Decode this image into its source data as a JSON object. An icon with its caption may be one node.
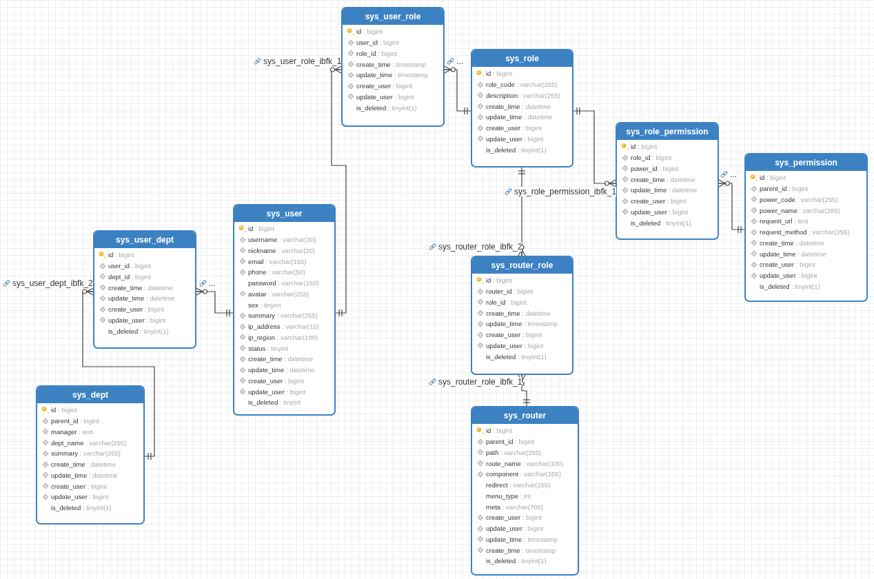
{
  "diagram": {
    "nodes": [
      {
        "text": [
          "sys_user_role",
          "id : bigint",
          "user_id : bigint",
          "role_id : bigint",
          "create_time : timestamp",
          "update_time : timestamp",
          "create_user : bigint",
          "update_user : bigint",
          "is_deleted : tinyint(1)"
        ]
      },
      {
        "text": [
          "sys_role",
          "id : bigint",
          "role_code : varchar(255)",
          "description : varchar(255)",
          "create_time : datetime",
          "update_time : datetime",
          "create_user : bigint",
          "update_user : bigint",
          "is_deleted : tinyint(1)"
        ]
      },
      {
        "text": [
          "sys_role_permission",
          "id : bigint",
          "role_id : bigint",
          "power_id : bigint",
          "create_time : datetime",
          "update_time : datetime",
          "create_user : bigint",
          "update_user : bigint",
          "is_deleted : tinyint(1)"
        ]
      },
      {
        "text": [
          "sys_permission",
          "id : bigint",
          "parent_id : bigint",
          "power_code : varchar(255)",
          "power_name : varchar(255)",
          "request_url : text",
          "request_method : varchar(255)",
          "create_time : datetime",
          "update_time : datetime",
          "create_user : bigint",
          "update_user : bigint",
          "is_deleted : tinyint(1)"
        ]
      },
      {
        "text": [
          "sys_user_dept",
          "id : bigint",
          "user_id : bigint",
          "dept_id : bigint",
          "create_time : datetime",
          "update_time : datetime",
          "create_user : bigint",
          "update_user : bigint",
          "is_deleted : tinyint(1)"
        ]
      },
      {
        "text": [
          "sys_user",
          "id : bigint",
          "username : varchar(30)",
          "nickname : varchar(20)",
          "email : varchar(150)",
          "phone : varchar(50)",
          "password : varchar(150)",
          "avatar : varchar(255)",
          "sex : tinyint",
          "summary : varchar(255)",
          "ip_address : varchar(15)",
          "ip_region : varchar(100)",
          "status : tinyint",
          "create_time : datetime",
          "update_time : datetime",
          "create_user : bigint",
          "update_user : bigint",
          "is_deleted : tinyint"
        ]
      },
      {
        "text": [
          "sys_router_role",
          "id : bigint",
          "router_id : bigint",
          "role_id : bigint",
          "create_time : datetime",
          "update_time : timestamp",
          "create_user : bigint",
          "update_user : bigint",
          "is_deleted : tinyint(1)"
        ]
      },
      {
        "text": [
          "sys_dept",
          "id : bigint",
          "parent_id : bigint",
          "manager : text",
          "dept_name : varchar(255)",
          "summary : varchar(255)",
          "create_time : datetime",
          "update_time : datetime",
          "create_user : bigint",
          "update_user : bigint",
          "is_deleted : tinyint(1)"
        ]
      },
      {
        "text": [
          "sys_router",
          "id : bigint",
          "parent_id : bigint",
          "path : varchar(255)",
          "route_name : varchar(100)",
          "component : varchar(255)",
          "redirect : varchar(255)",
          "menu_type : int",
          "meta : varchar(700)",
          "create_user : bigint",
          "update_user : bigint",
          "update_time : timestamp",
          "create_time : timestamp",
          "is_deleted : tinyint(1)"
        ]
      }
    ],
    "edges": [
      {
        "from": 0,
        "to": 5,
        "arrow": "other",
        "label": "sys_user_role_ibfk_1"
      },
      {
        "from": 0,
        "to": 1,
        "arrow": "other",
        "label": "..."
      },
      {
        "from": 2,
        "to": 1,
        "arrow": "other",
        "label": "sys_role_permission_ibfk_1"
      },
      {
        "from": 2,
        "to": 3,
        "arrow": "other",
        "label": "..."
      },
      {
        "from": 4,
        "to": 5,
        "arrow": "other",
        "label": "..."
      },
      {
        "from": 4,
        "to": 7,
        "arrow": "other",
        "label": "sys_user_dept_ibfk_2"
      },
      {
        "from": 6,
        "to": 1,
        "arrow": "other",
        "label": "sys_router_role_ibfk_2"
      },
      {
        "from": 6,
        "to": 8,
        "arrow": "other",
        "label": "sys_router_role_ibfk_1"
      }
    ]
  }
}
